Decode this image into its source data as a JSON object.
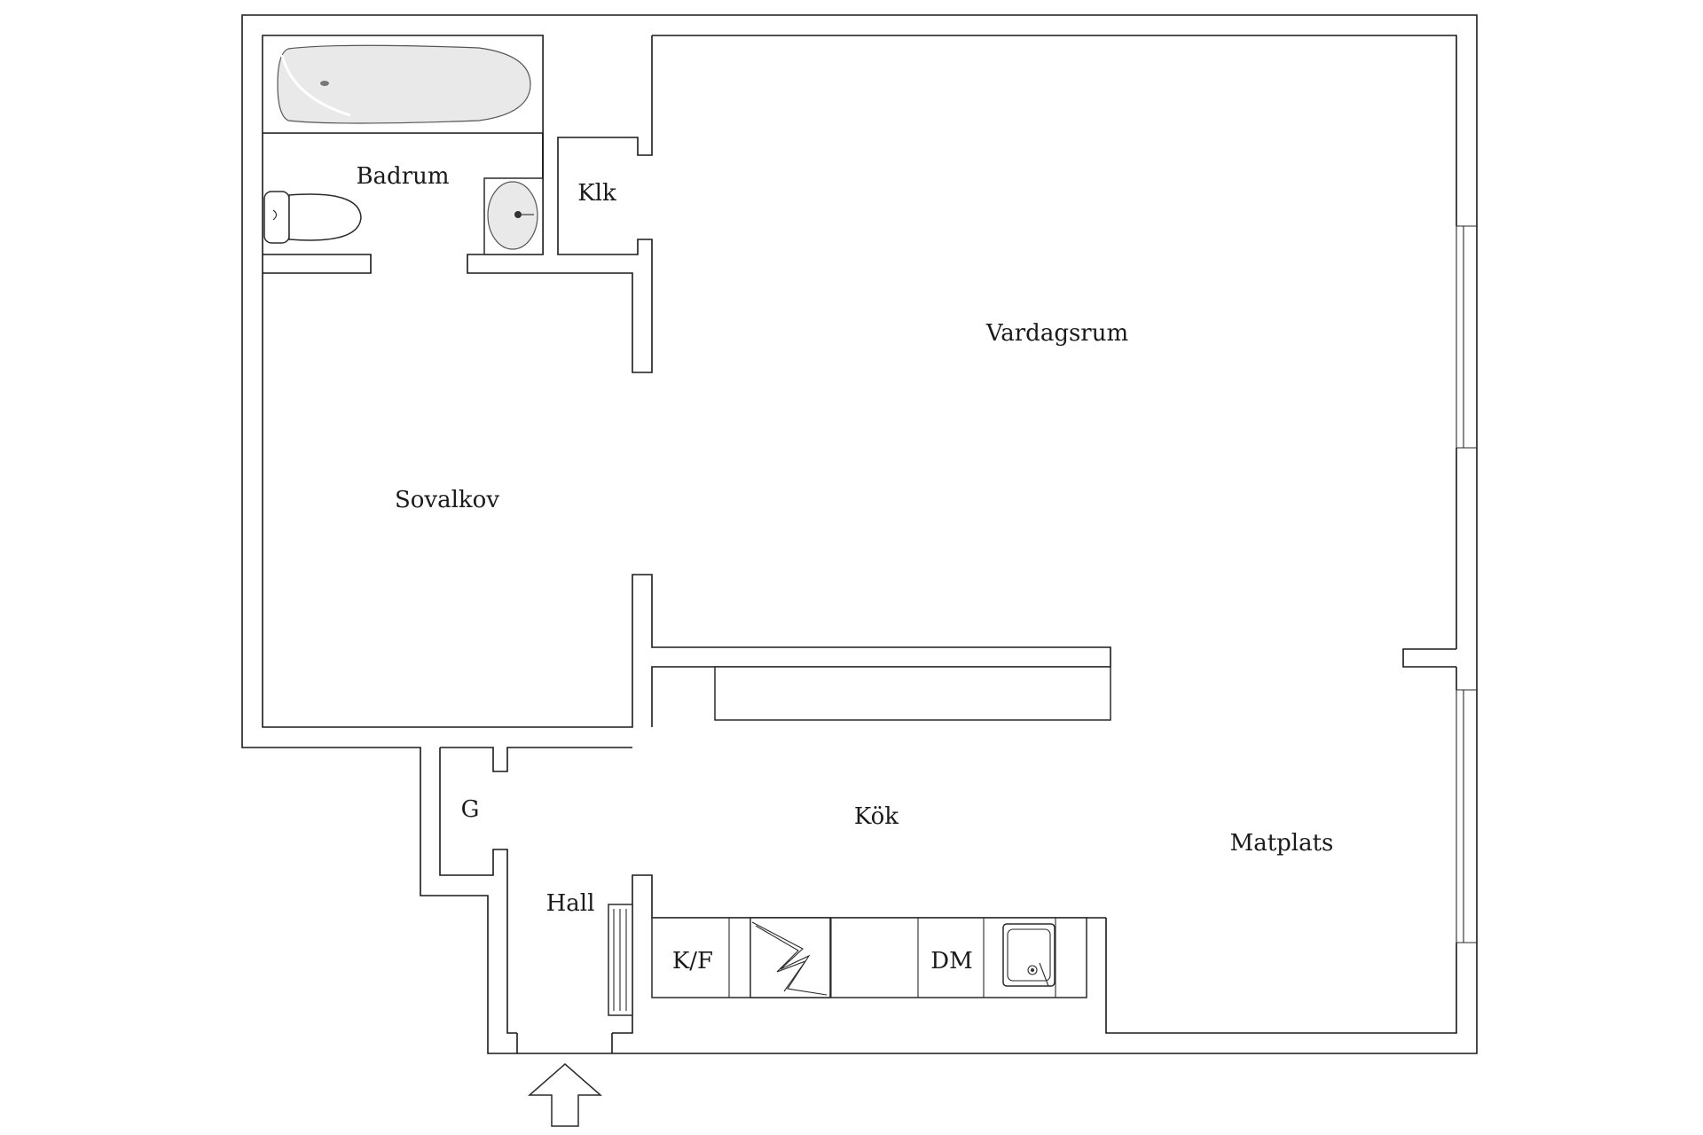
{
  "rooms": {
    "badrum": "Badrum",
    "klk": "Klk",
    "vardagsrum": "Vardagsrum",
    "sovalkov": "Sovalkov",
    "g": "G",
    "kok": "Kök",
    "matplats": "Matplats",
    "hall": "Hall"
  },
  "appliances": {
    "kf": "K/F",
    "dm": "DM"
  },
  "colors": {
    "wall_stroke": "#1a1a1a",
    "background": "#ffffff"
  }
}
